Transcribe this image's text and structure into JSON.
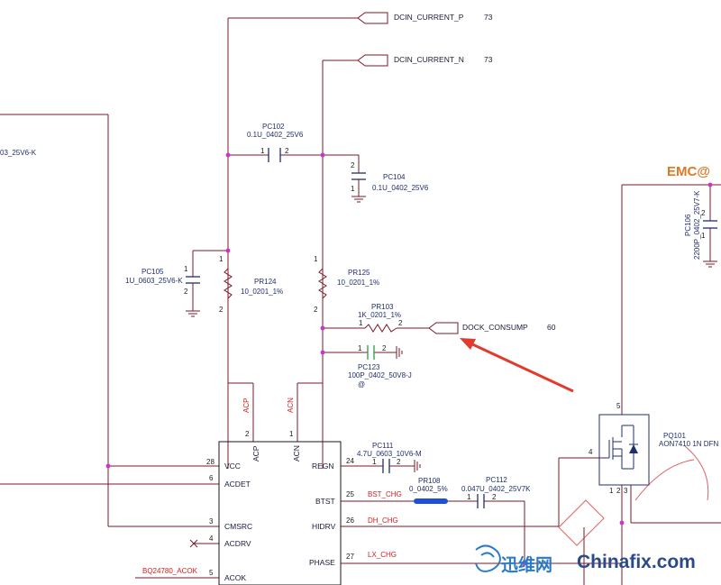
{
  "nets": {
    "dcin_current_p": "DCIN_CURRENT_P",
    "dcin_current_p_ref": "73",
    "dcin_current_n": "DCIN_CURRENT_N",
    "dcin_current_n_ref": "73",
    "dock_consump": "DOCK_CONSUMP",
    "dock_consump_ref": "60",
    "left_cut": "03_25V6-K",
    "bq_acok": "BQ24780_ACOK",
    "bst_chg": "BST_CHG",
    "dh_chg": "DH_CHG",
    "lx_chg": "LX_CHG",
    "acp": "ACP",
    "acn": "ACN"
  },
  "components": {
    "pc102": {
      "ref": "PC102",
      "value": "0.1U_0402_25V6",
      "pin1": "1",
      "pin2": "2"
    },
    "pc104": {
      "ref": "PC104",
      "value": "0.1U_0402_25V6",
      "pin1": "1",
      "pin2": "2"
    },
    "pc105": {
      "ref": "PC105",
      "value": "1U_0603_25V6-K",
      "pin1": "1",
      "pin2": "2"
    },
    "pr124": {
      "ref": "PR124",
      "value": "10_0201_1%",
      "pin1": "1",
      "pin2": "2"
    },
    "pr125": {
      "ref": "PR125",
      "value": "10_0201_1%",
      "pin1": "1",
      "pin2": "2"
    },
    "pr103": {
      "ref": "PR103",
      "value": "1K_0201_1%",
      "pin1": "1",
      "pin2": "2"
    },
    "pc123": {
      "ref": "PC123",
      "value": "100P_0402_50V8-J",
      "pin1": "1",
      "pin2": "2",
      "mark": "@"
    },
    "pc111": {
      "ref": "PC111",
      "value": "4.7U_0603_10V6-M",
      "pin1": "1",
      "pin2": "2"
    },
    "pr108": {
      "ref": "PR108",
      "value": "0_0402_5%"
    },
    "pc112": {
      "ref": "PC112",
      "value": "0.047U_0402_25V7K",
      "pin1": "1",
      "pin2": "2"
    },
    "pc106": {
      "ref": "PC106",
      "value": "2200P_0402_25V7-K",
      "pin1": "1",
      "pin2": "2"
    },
    "pq101": {
      "ref": "PQ101",
      "value": "AON7410 1N DFN",
      "pins": [
        "5",
        "4",
        "1",
        "2",
        "3"
      ]
    }
  },
  "ic": {
    "pins_left": [
      {
        "num": "28",
        "name": "VCC"
      },
      {
        "num": "6",
        "name": "ACDET"
      },
      {
        "num": "3",
        "name": "CMSRC"
      },
      {
        "num": "4",
        "name": "ACDRV"
      },
      {
        "num": "5",
        "name": "ACOK"
      }
    ],
    "pins_right": [
      {
        "num": "24",
        "name": "REGN"
      },
      {
        "num": "25",
        "name": "BTST"
      },
      {
        "num": "26",
        "name": "HIDRV"
      },
      {
        "num": "27",
        "name": "PHASE"
      }
    ],
    "pins_top": [
      {
        "num": "2",
        "name": "ACP"
      },
      {
        "num": "1",
        "name": "ACN"
      }
    ]
  },
  "annotations": {
    "emc": "EMC@",
    "watermark_left": "迅维网",
    "watermark_right": "Chinafix.com"
  },
  "colors": {
    "wire": "#7a1a2a",
    "text": "#1f2f6b",
    "red_text": "#cc2222",
    "junction": "#cc33cc",
    "arrow": "#e23b2e",
    "cap_green": "#2a9a4a",
    "bead_blue": "#1f4fd8",
    "emc_orange": "#e07820"
  }
}
